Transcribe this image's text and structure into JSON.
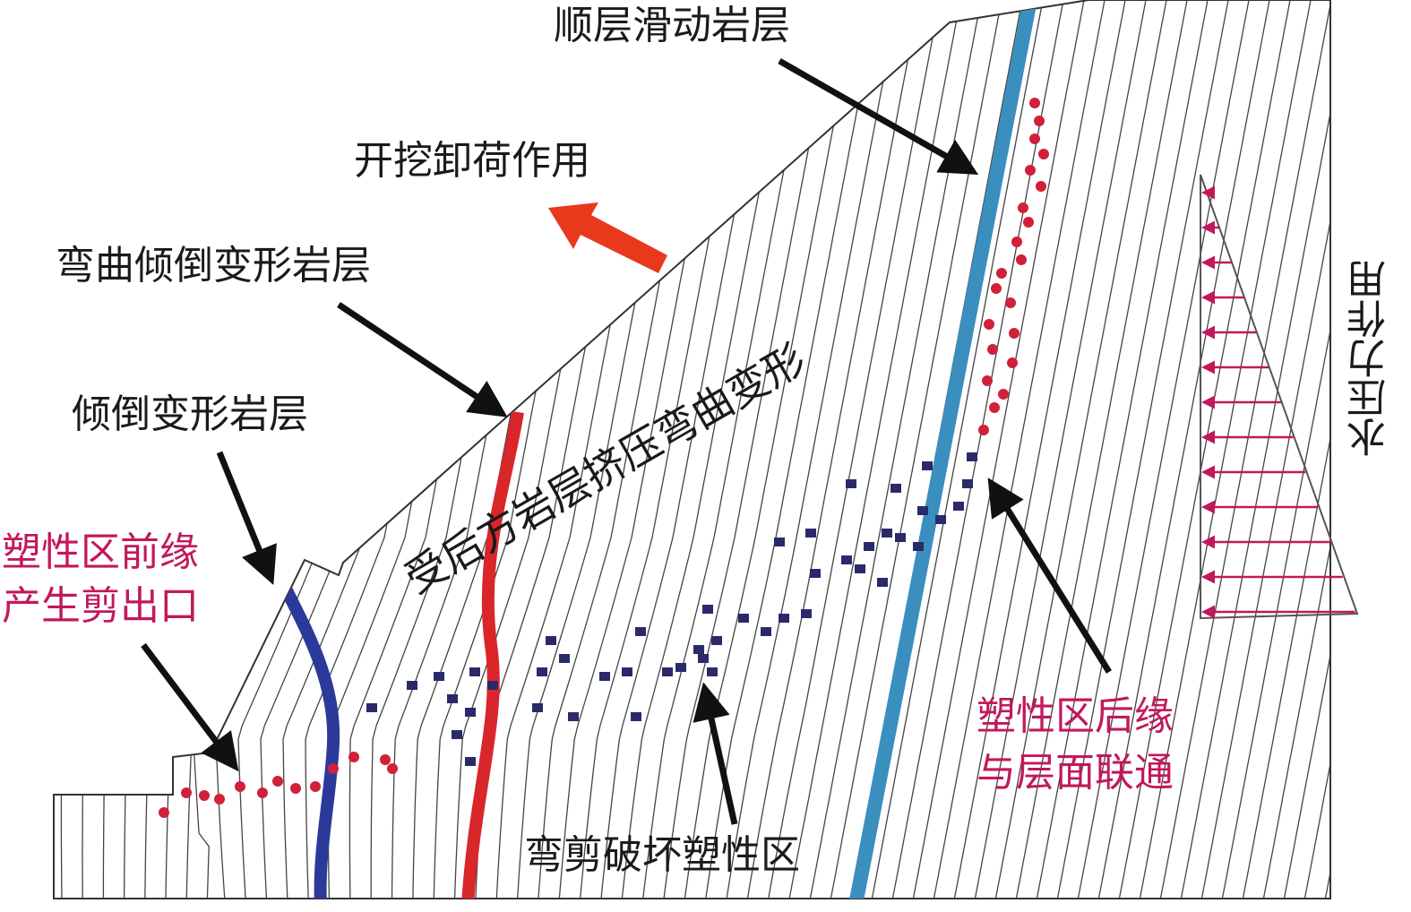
{
  "labels": {
    "bedding_slide_layer": "顺层滑动岩层",
    "excavation_unloading": "开挖卸荷作用",
    "bending_toppling_layer": "弯曲倾倒变形岩层",
    "toppling_layer": "倾倒变形岩层",
    "plastic_front_line1": "塑性区前缘",
    "plastic_front_line2": "产生剪出口",
    "squeeze_bending": "受后方岩层挤压弯曲变形",
    "bend_shear_zone": "弯剪破坏塑性区",
    "plastic_rear_line1": "塑性区后缘",
    "plastic_rear_line2": "与层面联通",
    "water_pressure": "水压力作用"
  },
  "colors": {
    "toppling_layer": "#2b3a9a",
    "bending_layer": "#d9262b",
    "slide_layer": "#3a8fbf",
    "plastic_dots": "#d0203a",
    "plastic_squares": "#2a2a6a",
    "excavation_arrow": "#e8391d",
    "water_arrows": "#c2185b"
  }
}
